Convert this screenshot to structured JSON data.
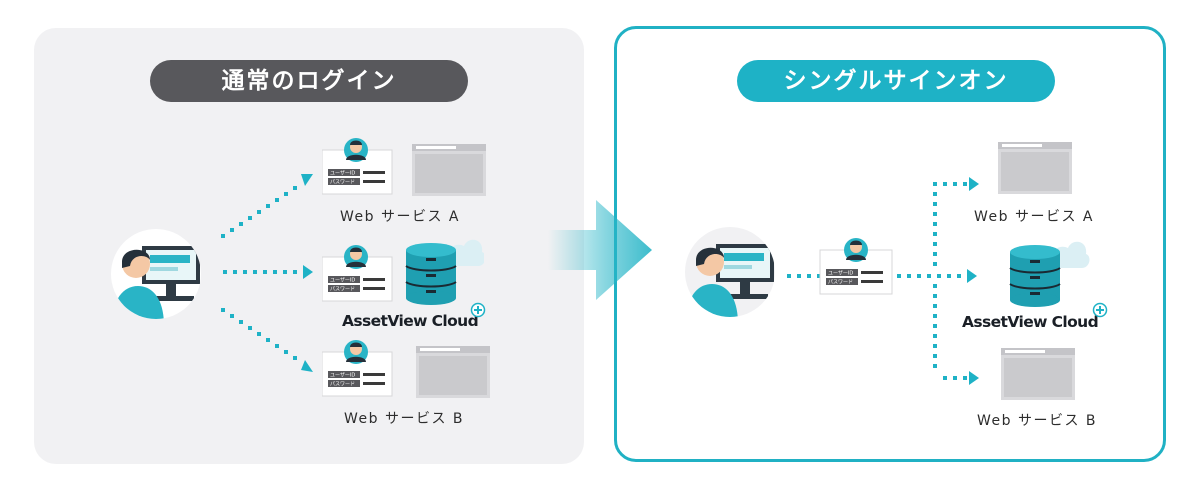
{
  "sections": {
    "normal": {
      "title": "通常のログイン"
    },
    "sso": {
      "title": "シングルサインオン"
    }
  },
  "services": {
    "web_a": "Web サービス A",
    "web_b": "Web サービス B",
    "asset_view": "AssetView Cloud"
  },
  "login_form": {
    "user_id_label": "ユーザーID",
    "password_label": "パスワード"
  },
  "colors": {
    "accent": "#1eb2c6",
    "gray_pill": "#58585c",
    "panel_bg": "#f1f1f3"
  }
}
